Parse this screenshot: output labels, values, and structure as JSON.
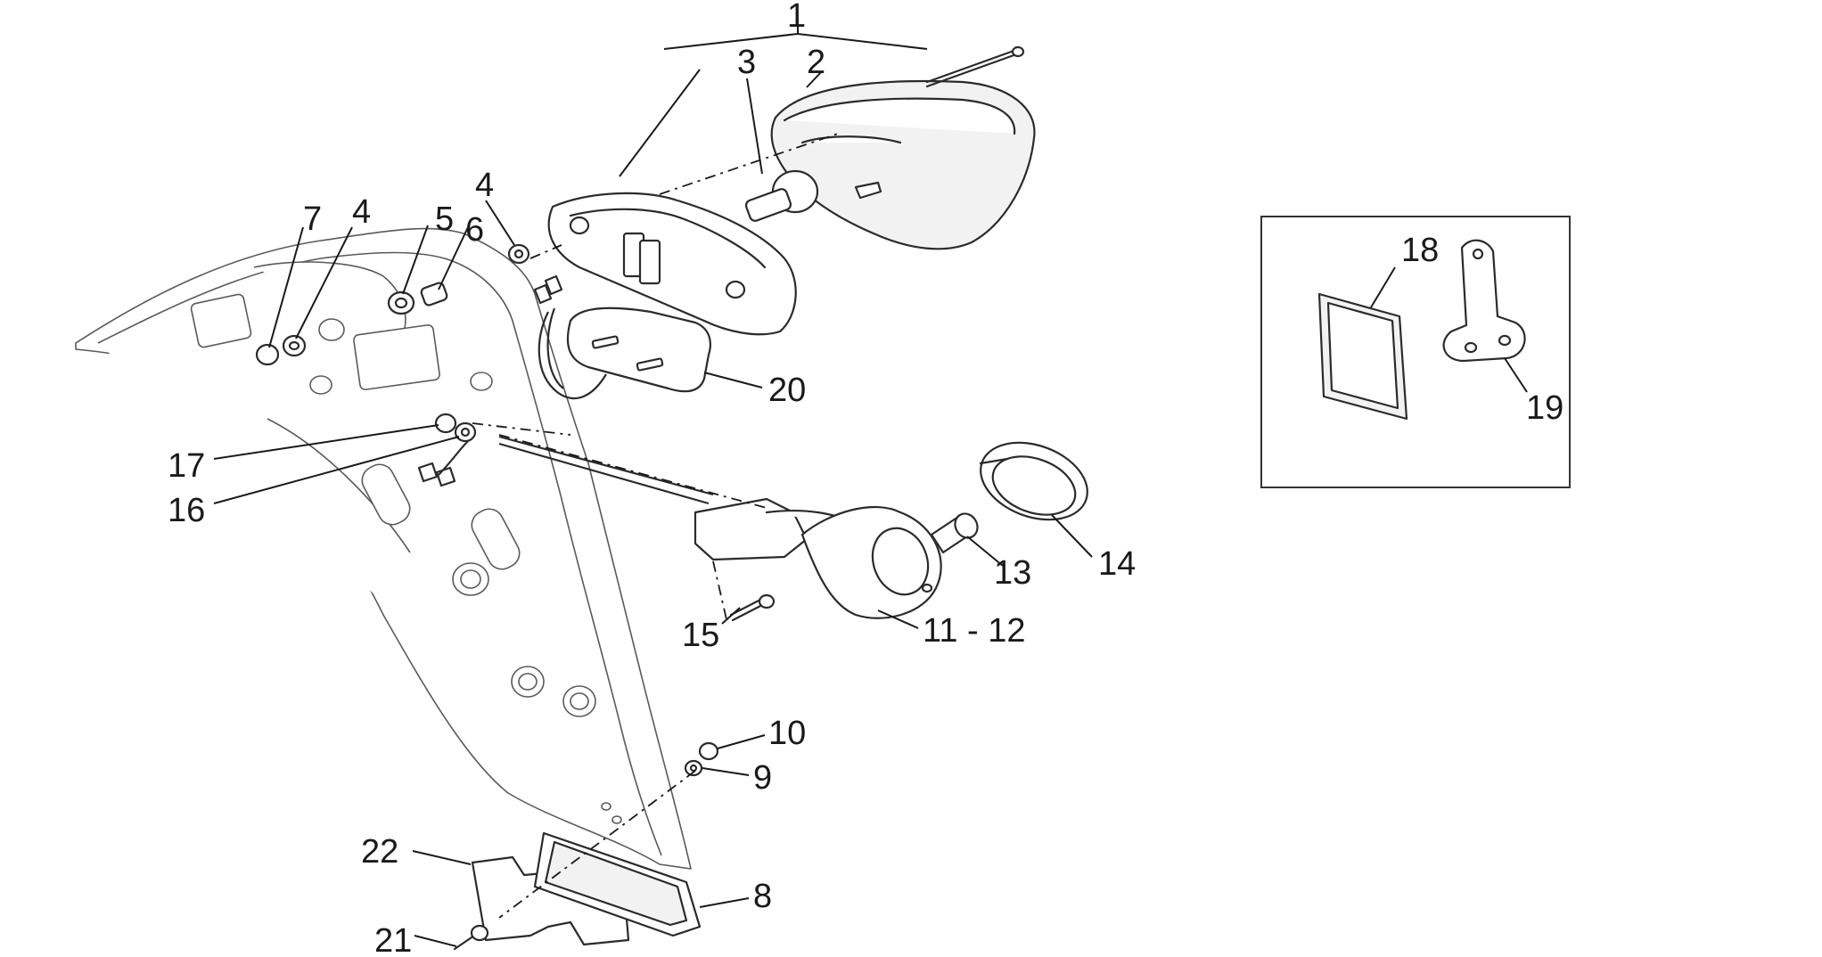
{
  "diagram": {
    "callouts": {
      "c1": "1",
      "c2": "2",
      "c3": "3",
      "c4a": "4",
      "c4b": "4",
      "c5": "5",
      "c6": "6",
      "c7": "7",
      "c8": "8",
      "c9": "9",
      "c10": "10",
      "c11_12": "11 - 12",
      "c13": "13",
      "c14": "14",
      "c15": "15",
      "c16": "16",
      "c17": "17",
      "c18": "18",
      "c19": "19",
      "c20": "20",
      "c21": "21",
      "c22": "22"
    }
  }
}
